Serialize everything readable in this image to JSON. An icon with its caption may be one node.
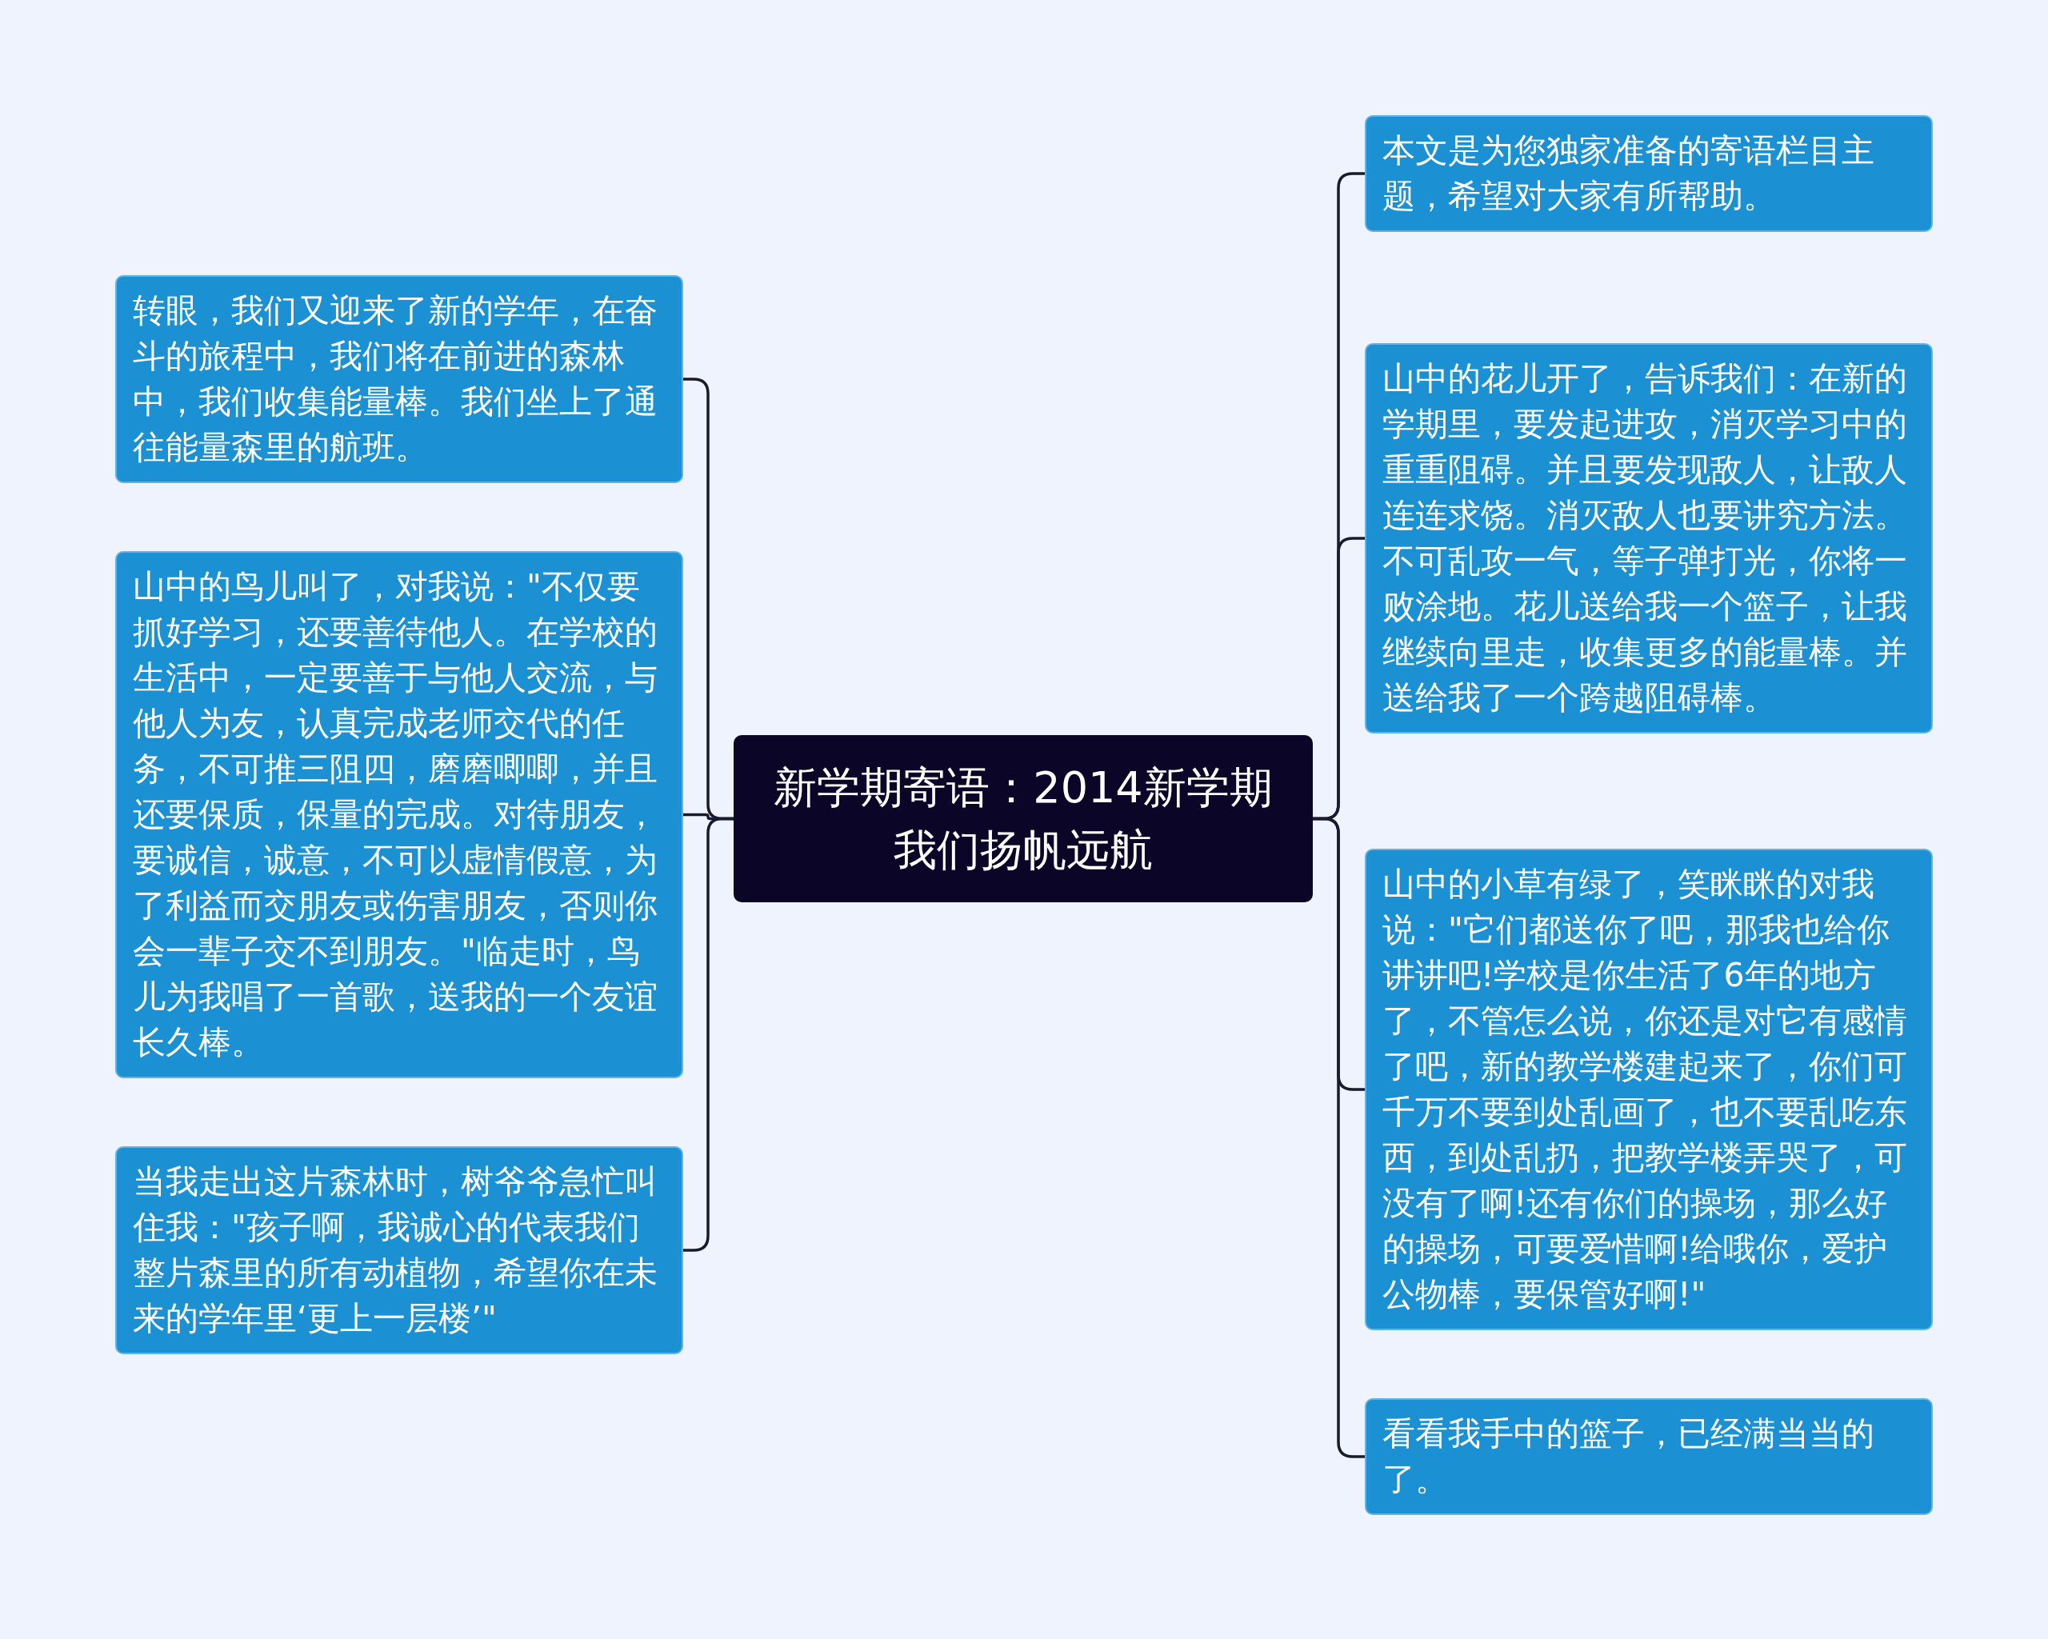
{
  "diagram": {
    "nodes": [
      {
        "text": [
          "新学期寄语：2014新学期我们扬帆远航"
        ]
      },
      {
        "text": [
          "转眼，我们又迎来了新的学年，在奋斗的旅程中，我们将在前进的森林中，我们收集能量棒。我们坐上了通往能量森里的航班。"
        ]
      },
      {
        "text": [
          "山中的鸟儿叫了，对我说：\"不仅要抓好学习，还要善待他人。在学校的生活中，一定要善于与他人交流，与他人为友，认真完成老师交代的任务，不可推三阻四，磨磨唧唧，并且还要保质，保量的完成。对待朋友，要诚信，诚意，不可以虚情假意，为了利益而交朋友或伤害朋友，否则你会一辈子交不到朋友。\"临走时，鸟儿为我唱了一首歌，送我的一个友谊长久棒。"
        ]
      },
      {
        "text": [
          "当我走出这片森林时，树爷爷急忙叫住我：\"孩子啊，我诚心的代表我们整片森里的所有动植物，希望你在未来的学年里‘更上一层楼’\""
        ]
      },
      {
        "text": [
          "本文是为您独家准备的寄语栏目主题，希望对大家有所帮助。"
        ]
      },
      {
        "text": [
          "山中的花儿开了，告诉我们：在新的学期里，要发起进攻，消灭学习中的重重阻碍。并且要发现敌人，让敌人连连求饶。消灭敌人也要讲究方法。不可乱攻一气，等子弹打光，你将一败涂地。花儿送给我一个篮子，让我继续向里走，收集更多的能量棒。并送给我了一个跨越阻碍棒。"
        ]
      },
      {
        "text": [
          "山中的小草有绿了，笑眯眯的对我说：\"它们都送你了吧，那我也给你讲讲吧!学校是你生活了6年的地方了，不管怎么说，你还是对它有感情了吧，新的教学楼建起来了，你们可千万不要到处乱画了，也不要乱吃东西，到处乱扔，把教学楼弄哭了，可没有了啊!还有你们的操场，那么好的操场，可要爱惜啊!给哦你，爱护公物棒，要保管好啊!\""
        ]
      },
      {
        "text": [
          "看看我手中的篮子，已经满当当的了。"
        ]
      }
    ],
    "edges": [
      {
        "from": 0,
        "to": 1,
        "arrow": "none"
      },
      {
        "from": 0,
        "to": 2,
        "arrow": "none"
      },
      {
        "from": 0,
        "to": 3,
        "arrow": "none"
      },
      {
        "from": 0,
        "to": 4,
        "arrow": "none"
      },
      {
        "from": 0,
        "to": 5,
        "arrow": "none"
      },
      {
        "from": 0,
        "to": 6,
        "arrow": "none"
      },
      {
        "from": 0,
        "to": 7,
        "arrow": "none"
      }
    ]
  }
}
